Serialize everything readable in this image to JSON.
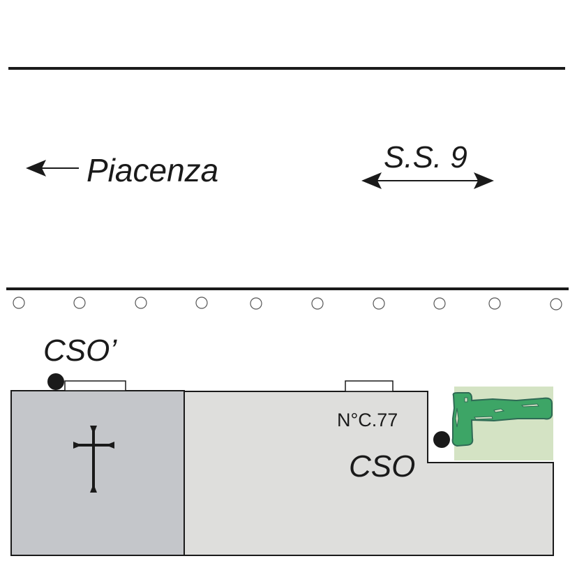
{
  "road": {
    "direction_label": "Piacenza",
    "direction_arrow": "left-arrow",
    "road_name": "S.S. 9",
    "road_arrow": "double-headed-arrow"
  },
  "bollards": {
    "count": 10,
    "icon": "circle-outline"
  },
  "buildings": {
    "chapel": {
      "symbol": "cross-icon",
      "fill_color": "#c4c6ca"
    },
    "main_building": {
      "address_label": "N°C.77",
      "fill_color": "#dededc"
    }
  },
  "markers": {
    "cso_prime": {
      "label": "CSO’"
    },
    "cso": {
      "label": "CSO"
    }
  },
  "green_area": {
    "background_color": "#d4e3c4",
    "structure_color": "#3da566",
    "outline_color": "#2f6a55"
  },
  "colors": {
    "line": "#1a1a1a",
    "background": "#ffffff"
  }
}
